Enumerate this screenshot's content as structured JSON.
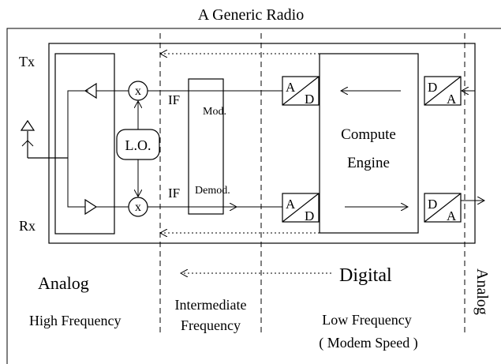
{
  "title": "A Generic Radio",
  "signals": {
    "tx": "Tx",
    "rx": "Rx"
  },
  "blocks": {
    "lo": "L.O.",
    "mixer_symbol": "x",
    "mod": "Mod.",
    "demod": "Demod.",
    "compute_line1": "Compute",
    "compute_line2": "Engine",
    "if_label": "IF",
    "converter_top_left": "A",
    "converter_bottom_right": "D",
    "dac_top_left": "D",
    "dac_bottom_right": "A"
  },
  "regions": {
    "analog": "Analog",
    "high_frequency": "High Frequency",
    "intermediate_line1": "Intermediate",
    "intermediate_line2": "Frequency",
    "digital": "Digital",
    "low_frequency": "Low Frequency",
    "modem_speed": "( Modem Speed )",
    "analog_right": "Analog"
  }
}
